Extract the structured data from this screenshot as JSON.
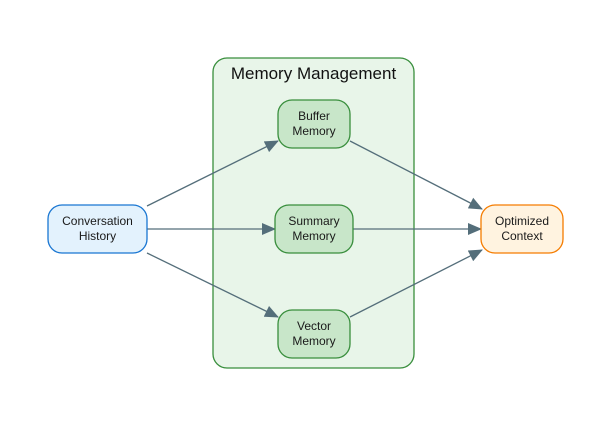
{
  "diagram": {
    "type": "flowchart",
    "cluster": {
      "title": "Memory Management",
      "fill": "#e8f5e9",
      "stroke": "#388e3c"
    },
    "nodes": {
      "conversation_history": {
        "lines": [
          "Conversation",
          "History"
        ],
        "fill": "#e3f2fd",
        "stroke": "#1976d2"
      },
      "buffer_memory": {
        "lines": [
          "Buffer",
          "Memory"
        ],
        "fill": "#c8e6c9",
        "stroke": "#388e3c"
      },
      "summary_memory": {
        "lines": [
          "Summary",
          "Memory"
        ],
        "fill": "#c8e6c9",
        "stroke": "#388e3c"
      },
      "vector_memory": {
        "lines": [
          "Vector",
          "Memory"
        ],
        "fill": "#c8e6c9",
        "stroke": "#388e3c"
      },
      "optimized_context": {
        "lines": [
          "Optimized",
          "Context"
        ],
        "fill": "#fff3e0",
        "stroke": "#f57c00"
      }
    },
    "edges": [
      {
        "from": "conversation_history",
        "to": "buffer_memory"
      },
      {
        "from": "conversation_history",
        "to": "summary_memory"
      },
      {
        "from": "conversation_history",
        "to": "vector_memory"
      },
      {
        "from": "buffer_memory",
        "to": "optimized_context"
      },
      {
        "from": "summary_memory",
        "to": "optimized_context"
      },
      {
        "from": "vector_memory",
        "to": "optimized_context"
      }
    ],
    "edge_color": "#546e7a"
  }
}
